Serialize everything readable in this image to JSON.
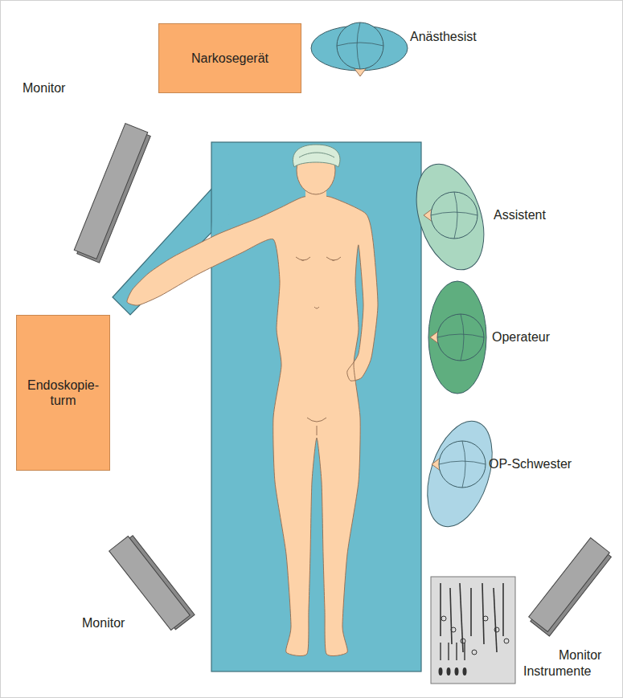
{
  "diagram": {
    "nodes": [
      {
        "text": [
          "Narkosegerät"
        ]
      },
      {
        "text": [
          "Anästhesist"
        ]
      },
      {
        "text": [
          "Monitor"
        ]
      },
      {
        "text": [
          "Assistent"
        ]
      },
      {
        "text": [
          "Operateur"
        ]
      },
      {
        "text": [
          "Endoskopie- turm"
        ]
      },
      {
        "text": [
          "OP-Schwester"
        ]
      },
      {
        "text": [
          "Monitor"
        ]
      },
      {
        "text": [
          "Monitor"
        ]
      },
      {
        "text": [
          "Instrumente"
        ]
      }
    ]
  }
}
